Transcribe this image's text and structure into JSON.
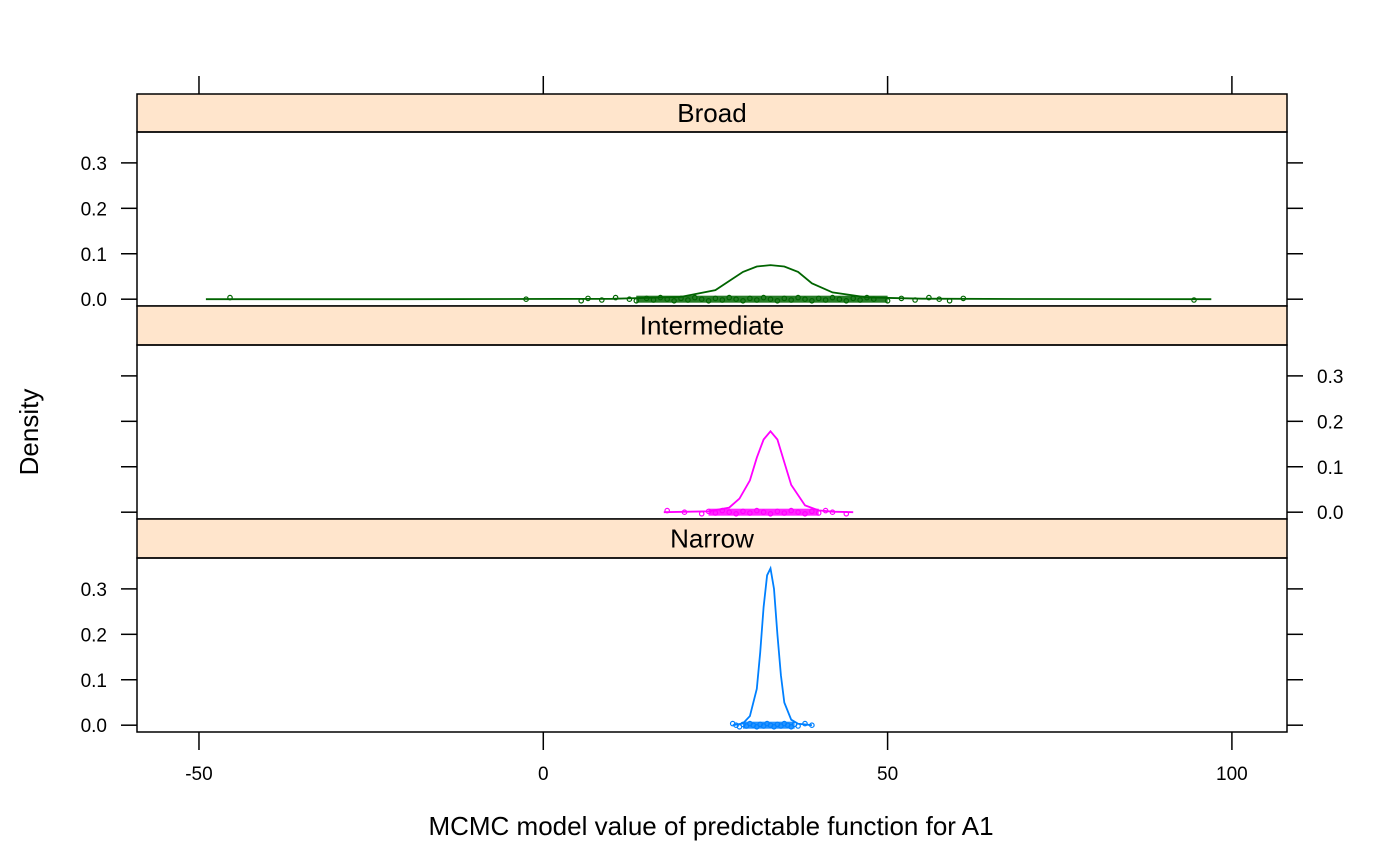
{
  "chart_data": {
    "type": "line",
    "subtype": "lattice density plot with jittered rug points",
    "xlabel": "MCMC model value of predictable function for A1",
    "ylabel": "Density",
    "xlim": [
      -59,
      108
    ],
    "ylim": [
      -0.015,
      0.368
    ],
    "x_ticks": [
      -50,
      0,
      50,
      100
    ],
    "x_tick_labels": [
      "-50",
      "0",
      "50",
      "100"
    ],
    "y_ticks": [
      0.0,
      0.1,
      0.2,
      0.3
    ],
    "y_tick_labels": [
      "0.0",
      "0.1",
      "0.2",
      "0.3"
    ],
    "strip_color": "#FFE5CC",
    "grid": false,
    "panels": [
      {
        "name": "Broad",
        "color": "#006400",
        "y_labels_side": "left",
        "density": {
          "x": [
            -49,
            -20,
            10,
            20,
            25,
            27,
            29,
            31,
            33,
            35,
            37,
            39,
            42,
            47,
            55,
            70,
            97
          ],
          "y": [
            0,
            0,
            0.0008,
            0.005,
            0.02,
            0.04,
            0.06,
            0.072,
            0.075,
            0.072,
            0.06,
            0.035,
            0.015,
            0.004,
            0.001,
            0.0003,
            0
          ]
        },
        "points": [
          -45.5,
          -2.5,
          5.5,
          6.5,
          8.5,
          10.5,
          12.5,
          13.5,
          15,
          16,
          17,
          18,
          19,
          20,
          21,
          22,
          23,
          24,
          25,
          26,
          27,
          28,
          29,
          30,
          31,
          32,
          33,
          34,
          35,
          36,
          37,
          38,
          39,
          40,
          41,
          42,
          43,
          44,
          45,
          46,
          47,
          48,
          50,
          52,
          54,
          56,
          57.5,
          59,
          61,
          94.5
        ]
      },
      {
        "name": "Intermediate",
        "color": "#FF00FF",
        "y_labels_side": "right",
        "density": {
          "x": [
            17.5,
            24,
            27,
            28.5,
            30,
            31,
            32,
            33,
            34,
            35,
            36,
            38,
            40,
            42,
            45
          ],
          "y": [
            0,
            0.002,
            0.01,
            0.03,
            0.07,
            0.12,
            0.16,
            0.178,
            0.16,
            0.11,
            0.06,
            0.015,
            0.004,
            0.001,
            0
          ]
        },
        "points": [
          18,
          20.5,
          23,
          24,
          25,
          26,
          27,
          28,
          29,
          30,
          31,
          32,
          33,
          34,
          35,
          36,
          37,
          38,
          39,
          40,
          41,
          42,
          44
        ]
      },
      {
        "name": "Narrow",
        "color": "#0080FF",
        "y_labels_side": "left",
        "density": {
          "x": [
            27.5,
            29,
            30,
            31,
            31.5,
            32,
            32.5,
            33,
            33.5,
            34,
            34.5,
            35,
            36,
            37,
            39
          ],
          "y": [
            0,
            0.004,
            0.02,
            0.08,
            0.16,
            0.26,
            0.33,
            0.345,
            0.3,
            0.2,
            0.11,
            0.05,
            0.012,
            0.003,
            0
          ]
        },
        "points": [
          27.5,
          28,
          28.5,
          29,
          29.5,
          30,
          30.5,
          31,
          31.5,
          32,
          32.5,
          33,
          33.5,
          34,
          34.5,
          35,
          35.5,
          36,
          36.5,
          37,
          38,
          39
        ]
      }
    ]
  }
}
